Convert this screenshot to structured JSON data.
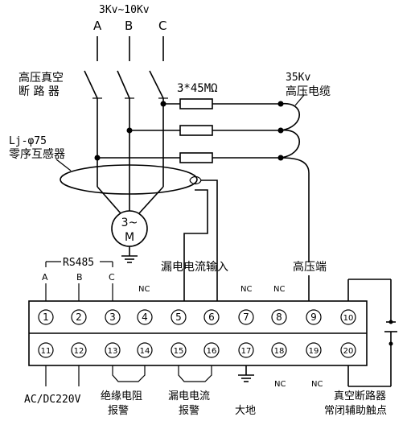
{
  "voltage_range": "3Kv~10Kv",
  "phases": [
    "A",
    "B",
    "C"
  ],
  "breaker_label": [
    "高压真空",
    "断 路 器"
  ],
  "resistor_label": "3*45MΩ",
  "cable_label": [
    "35Kv",
    "高压电缆"
  ],
  "ct_label": [
    "Lj-φ75",
    "零序互感器"
  ],
  "motor_label": [
    "3~",
    "M"
  ],
  "rs485_label": "RS485",
  "rs485_pins": [
    "A",
    "B",
    "C"
  ],
  "nc": "NC",
  "leakage_input_label": "漏电电流输入",
  "high_voltage_end_label": "高压端",
  "terminals_top": [
    "1",
    "2",
    "3",
    "4",
    "5",
    "6",
    "7",
    "8",
    "9",
    "10"
  ],
  "terminals_bottom": [
    "11",
    "12",
    "13",
    "14",
    "15",
    "16",
    "17",
    "18",
    "19",
    "20"
  ],
  "power_label": "AC/DC220V",
  "insulation_alarm_label": [
    "绝缘电阻",
    "报警"
  ],
  "leakage_alarm_label": [
    "漏电电流",
    "报警"
  ],
  "earth_label": "大地",
  "aux_contact_label": [
    "真空断路器",
    "常闭辅助触点"
  ]
}
